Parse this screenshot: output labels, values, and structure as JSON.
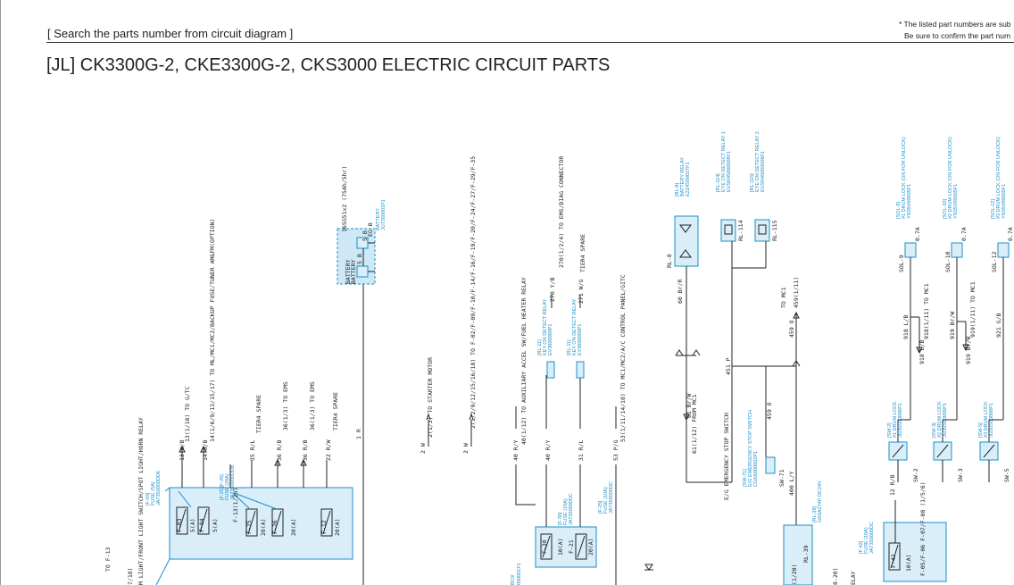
{
  "header": {
    "search_text": "[ Search the parts number from circuit diagram ]",
    "note_line1": "* The listed part numbers are sub",
    "note_line2": "Be sure to confirm the part num",
    "title": "[JL] CK3300G-2, CKE3300G-2, CKS3000 ELECTRIC CIRCUIT PARTS"
  },
  "colors": {
    "component_fill": "#d9eef9",
    "component_stroke": "#1b8fc9",
    "wire": "#222222"
  },
  "diagram": {
    "wires_left": [
      "TO F-13",
      "7/18)",
      "M LIGHT/FRONT LIGHT SWITCH/SPOT LIGHT/HORN RELAY",
      "13 W/B",
      "13(1/18) TO G/TC",
      "14 G/B",
      "14(1/6/9/13/15/17) TO ML/MC1/MC2/BACKUP FUSE/TUNER AM&FM(OPTION)",
      "F-13(1/20)",
      "35 R/L",
      "TIER4 SPARE",
      "36 R/B",
      "36(1/3) TO EMS",
      "36 R/B",
      "36(1/3) TO EMS",
      "22 R/W",
      "TIER4 SPARE",
      "1 R",
      "2 W",
      "2(1/3) TO STARTER MOTOR",
      "2 W",
      "2(1/2/9/12/15/16/18) TO F-02/F-09/F-10/F-14/F-16/F-19/F-20/F-24/F-27/F-29/F-35"
    ],
    "battery": {
      "label": "BATTERY",
      "part": "JU7260001P1",
      "spec": "165G51x2 (75Ah/5hr)",
      "labels": [
        "BATTERY",
        "BATTERY",
        "5 B",
        "5 B",
        "EG B"
      ]
    },
    "fuses_main": [
      {
        "id": "F-03",
        "rating": "5(A)"
      },
      {
        "id": "F-04",
        "rating": "5(A)"
      },
      {
        "id": "F-25",
        "rating": "20(A)"
      },
      {
        "id": "F-26",
        "rating": "20(A)"
      },
      {
        "id": "F-12",
        "rating": "20(A)"
      }
    ],
    "fuse_tags": [
      {
        "id": "[F-03]",
        "name": "FUSE (5A)",
        "part": "JA7350000DDK"
      },
      {
        "id": "[F-25][F-26]",
        "name": "FUSE (20A)",
        "part": "JA7350000DDB"
      }
    ],
    "center_wires": [
      "40 R/Y",
      "40(1/12) TO AUXILIARY ACCEL SW/FUEL HEATER RELAY",
      "40 R/Y",
      "270 Y/B",
      "270(1/2/4) TO EMS/DIAG CONNECTOR",
      "271 W/G",
      "TIER4 SPARE",
      "31 R/L",
      "53 P/G",
      "53(1/11/14/18) TO MC1/MC2/A/C CONTROL PANEL/GITC"
    ],
    "relays_keyon": [
      {
        "tag": "[RL-11]",
        "name": "KEY ON DETECT RELAY",
        "part": "EV3600000P1"
      },
      {
        "tag": "[RL-11]",
        "name": "KEY ON DETECT RELAY",
        "part": "EV3600000P1"
      }
    ],
    "fuses_center": [
      {
        "tag": "[F-30]",
        "name": "FUSE (10A)",
        "part": "JA7350000DC",
        "id": "F-30",
        "rating": "10(A)"
      },
      {
        "tag": "[F-25]",
        "name": "FUSE (10A)",
        "part": "JA7350000DC",
        "id": "F-21",
        "rating": "20(A)"
      }
    ],
    "relays_top": [
      {
        "tag": "[RL-8]",
        "name": "BATTERY RELAY",
        "part": "E2Z4S00027F1",
        "ref": "RL-8"
      },
      {
        "tag": "[RL-114]",
        "name": "EYE ON DETECT RELAY 1",
        "part": "EVSR45000008F1",
        "ref": "RL-114"
      },
      {
        "tag": "[RL-115]",
        "name": "EYE ON DETECT RELAY 2",
        "part": "EVSR45000008F1",
        "ref": "RL-115"
      }
    ],
    "relay_wires": [
      "60 Br/R",
      "61 Br/W",
      "61(1/12) FROM MC1",
      "451 P",
      "E/G EMERGENCY STOP SWITCH",
      "459 O",
      "TO MC1",
      "459(1/11)",
      "459 O",
      "400 L/Y"
    ],
    "switches": [
      {
        "tag": "[SW-71]",
        "name": "E/G EMERGENCY STOP SWITCH",
        "part": "CGK6000002P1",
        "ref": "SW-71"
      },
      {
        "tag": "[RL-39]",
        "name": "GK6A274P DC24V",
        "ref": "RL-39"
      }
    ],
    "solenoids": [
      {
        "tag": "[SOL-9]",
        "name": "#1 DRUM LOCK (ON FOR UNLOCK)",
        "part": "YN35V00005F1",
        "ref": "SOL-9",
        "spec": "0.7A"
      },
      {
        "tag": "[SOL-10]",
        "name": "#2 DRUM LOCK (ON FOR UNLOCK)",
        "part": "YN35V00005F1",
        "ref": "SOL-10",
        "spec": "0.7A"
      },
      {
        "tag": "[SOL-12]",
        "name": "#3 DRUM LOCK (ON FOR UNLOCK)",
        "part": "YN35V00005F1",
        "ref": "SOL-12",
        "spec": "0.7A"
      }
    ],
    "solenoid_wires": [
      "918 L/B",
      "918(1/11) TO MC1",
      "919 Br/W",
      "919(1/11) TO MC1",
      "921 G/B",
      "12 R/B",
      "918 L/B",
      "919 Br/W"
    ],
    "drum_switches": [
      {
        "tag": "[SW-2]",
        "name": "#1 DRUM LOCK",
        "part": "JG35S00006P1",
        "ref": "SW-2"
      },
      {
        "tag": "[SW-3]",
        "name": "#2 DRUM LOCK",
        "part": "JG35S00006P1",
        "ref": "SW-3"
      },
      {
        "tag": "[SW-5]",
        "name": "#3 DRUM LOCK",
        "part": "JG35S00006P1",
        "ref": "SW-5"
      }
    ],
    "fuse_f42": {
      "tag": "[F-42]",
      "name": "FUSE (10A)",
      "part": "JA7350000DC",
      "id": "F-42",
      "rating": "10(A)",
      "extra": "F-05/F-06 F-07/F-08 (1/5/6)"
    },
    "misc": [
      "(1/20)",
      "8-20)",
      "ELAY",
      "BOX",
      "000001F1"
    ]
  }
}
